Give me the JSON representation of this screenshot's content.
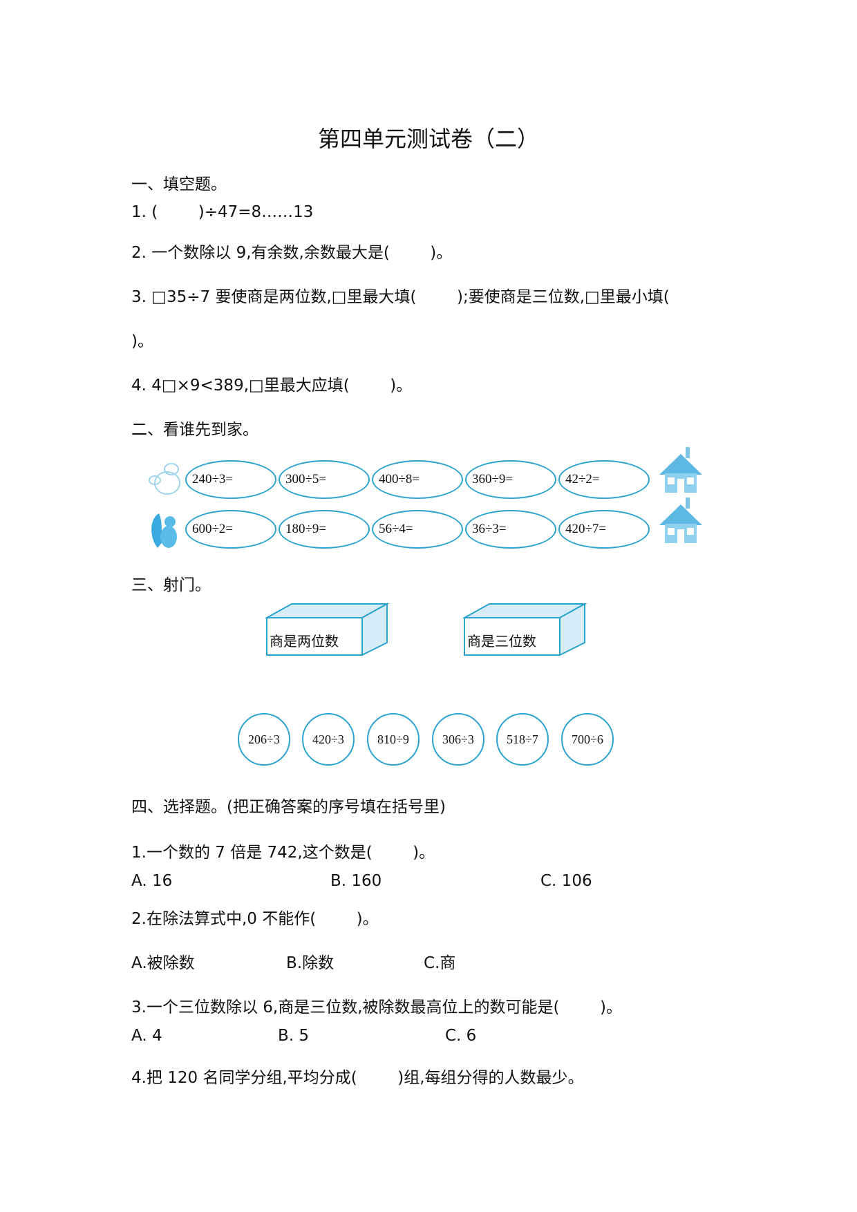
{
  "title": "第四单元测试卷（二）",
  "section1": {
    "heading": "一、填空题。",
    "items": [
      "1. (        )÷47=8……13",
      "2. 一个数除以 9,有余数,余数最大是(        )。",
      "3. □35÷7 要使商是两位数,□里最大填(        );要使商是三位数,□里最小填(",
      ")。",
      "4. 4□×9<389,□里最大应填(        )。"
    ]
  },
  "section2": {
    "heading": "二、看谁先到家。",
    "row1": [
      "240÷3=",
      "300÷5=",
      "400÷8=",
      "360÷9=",
      "42÷2="
    ],
    "row2": [
      "600÷2=",
      "180÷9=",
      "56÷4=",
      "36÷3=",
      "420÷7="
    ]
  },
  "section3": {
    "heading": "三、射门。",
    "goals": [
      "商是两位数",
      "商是三位数"
    ],
    "balls": [
      "206÷3",
      "420÷3",
      "810÷9",
      "306÷3",
      "518÷7",
      "700÷6"
    ]
  },
  "section4": {
    "heading": "四、选择题。(把正确答案的序号填在括号里)",
    "q1": {
      "text": "1.一个数的 7 倍是 742,这个数是(        )。",
      "options": [
        "A. 16",
        "B. 160",
        "C. 106"
      ]
    },
    "q2": {
      "text": "2.在除法算式中,0 不能作(        )。",
      "options": [
        "A.被除数",
        "B.除数",
        "C.商"
      ]
    },
    "q3": {
      "text": "3.一个三位数除以 6,商是三位数,被除数最高位上的数可能是(        )。",
      "options": [
        "A. 4",
        "B. 5",
        "C. 6"
      ]
    },
    "q4": {
      "text": "4.把 120 名同学分组,平均分成(        )组,每组分得的人数最少。"
    }
  },
  "colors": {
    "accent": "#2aa3cf",
    "box_fill": "#d6ecf8"
  }
}
